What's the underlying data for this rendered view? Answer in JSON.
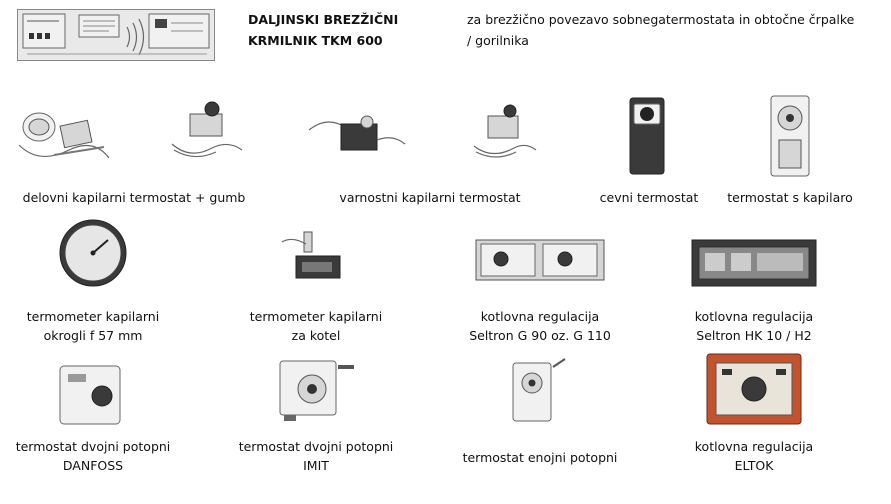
{
  "header": {
    "title_line1": "DALJINSKI BREZŽIČNI",
    "title_line2": "KRMILNIK TKM 600",
    "desc_line1": "za brezžično povezavo sobnegatermostata in obtočne črpalke",
    "desc_line2": "/ gorilnika"
  },
  "products": [
    {
      "line1": "delovni kapilarni termostat + gumb"
    },
    {
      "line1": "varnostni kapilarni termostat"
    },
    {
      "line1": "cevni termostat"
    },
    {
      "line1": "termostat s kapilaro"
    },
    {
      "line1": "termometer kapilarni",
      "line2": "okrogli f 57 mm"
    },
    {
      "line1": "termometer kapilarni",
      "line2": "za kotel"
    },
    {
      "line1": "kotlovna regulacija",
      "line2": "Seltron G 90 oz. G 110"
    },
    {
      "line1": "kotlovna regulacija",
      "line2": "Seltron HK 10 / H2"
    },
    {
      "line1": "termostat dvojni potopni",
      "line2": "DANFOSS"
    },
    {
      "line1": "termostat dvojni potopni",
      "line2": "IMIT"
    },
    {
      "line1": "termostat enojni potopni"
    },
    {
      "line1": "kotlovna regulacija",
      "line2": "ELTOK"
    }
  ]
}
